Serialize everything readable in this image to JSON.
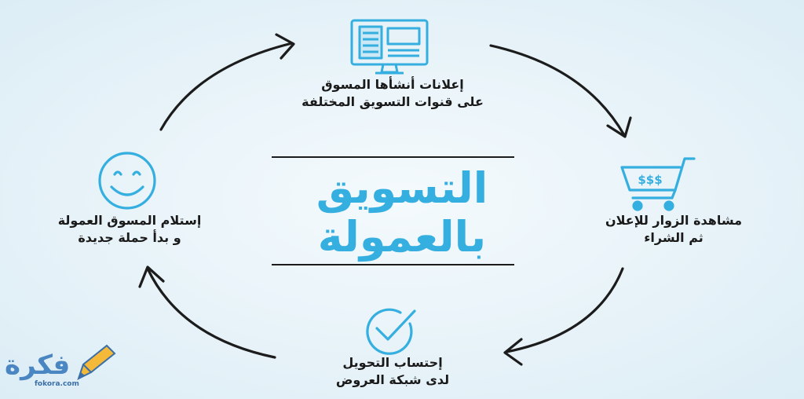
{
  "title": {
    "line1": "التسويق",
    "line2": "بالعمولة"
  },
  "steps": [
    {
      "line1": "إعلانات أنشأها المسوق",
      "line2": "على قنوات التسويق المختلفة"
    },
    {
      "line1": "مشاهدة الزوار للإعلان",
      "line2": "ثم الشراء"
    },
    {
      "line1": "إحتساب التحويل",
      "line2": "لدى شبكة العروض"
    },
    {
      "line1": "إستلام المسوق العمولة",
      "line2": "و بدأ حملة جديدة"
    }
  ],
  "icons": {
    "ad": "monitor-ad-icon",
    "cart": "shopping-cart-icon",
    "check": "check-circle-icon",
    "smile": "smiley-face-icon",
    "cart_label": "$$$"
  },
  "logo": {
    "word": "فكرة",
    "url": "fokora.com"
  },
  "colors": {
    "accent": "#35aee0",
    "arrow": "#1c1c1c",
    "text": "#1a1a1a",
    "logo": "#4a87c2"
  }
}
